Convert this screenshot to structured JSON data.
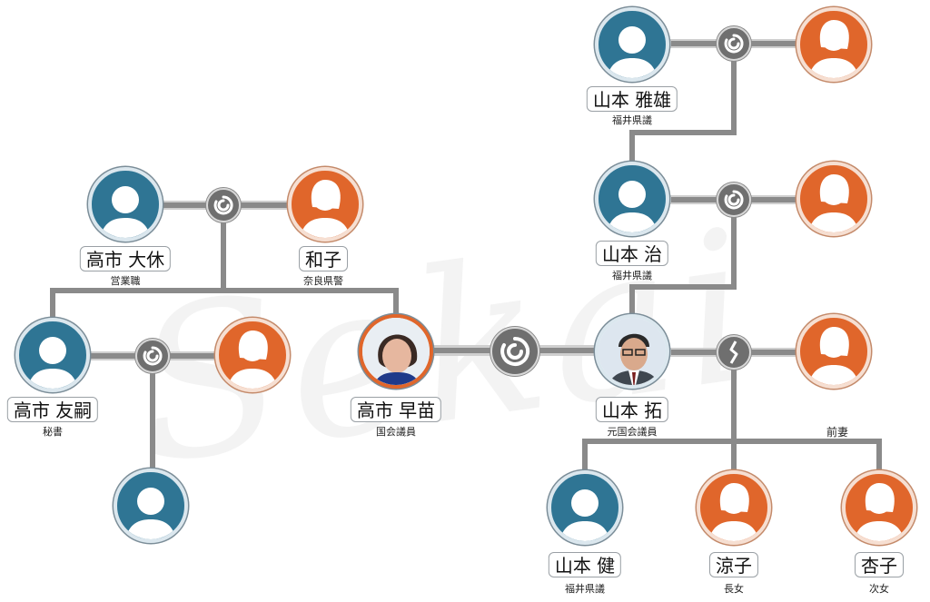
{
  "people": {
    "takaichi_daikyu": {
      "name": "高市 大休",
      "role": "営業職"
    },
    "kazuko": {
      "name": "和子",
      "role": "奈良県警"
    },
    "takaichi_tomotsugu": {
      "name": "高市 友嗣",
      "role": "秘書"
    },
    "takaichi_sanae": {
      "name": "高市 早苗",
      "role": "国会議員"
    },
    "yamamoto_masao": {
      "name": "山本 雅雄",
      "role": "福井県議"
    },
    "yamamoto_osamu": {
      "name": "山本 治",
      "role": "福井県議"
    },
    "yamamoto_taku": {
      "name": "山本 拓",
      "role": "元国会議員"
    },
    "yamamoto_ken": {
      "name": "山本 健",
      "role": "福井県議"
    },
    "ryoko": {
      "name": "涼子",
      "role": "長女"
    },
    "kyoko": {
      "name": "杏子",
      "role": "次女"
    }
  },
  "labels": {
    "former_wife": "前妻"
  },
  "watermark": "Sekai",
  "colors": {
    "male": "#2f7594",
    "female": "#e0662b",
    "line": "#8a8a8a",
    "knot": "#6f6f6f"
  },
  "icons": {
    "marriage": "marriage-ring-icon",
    "divorce": "divorce-break-icon",
    "person": "person-silhouette-icon"
  }
}
